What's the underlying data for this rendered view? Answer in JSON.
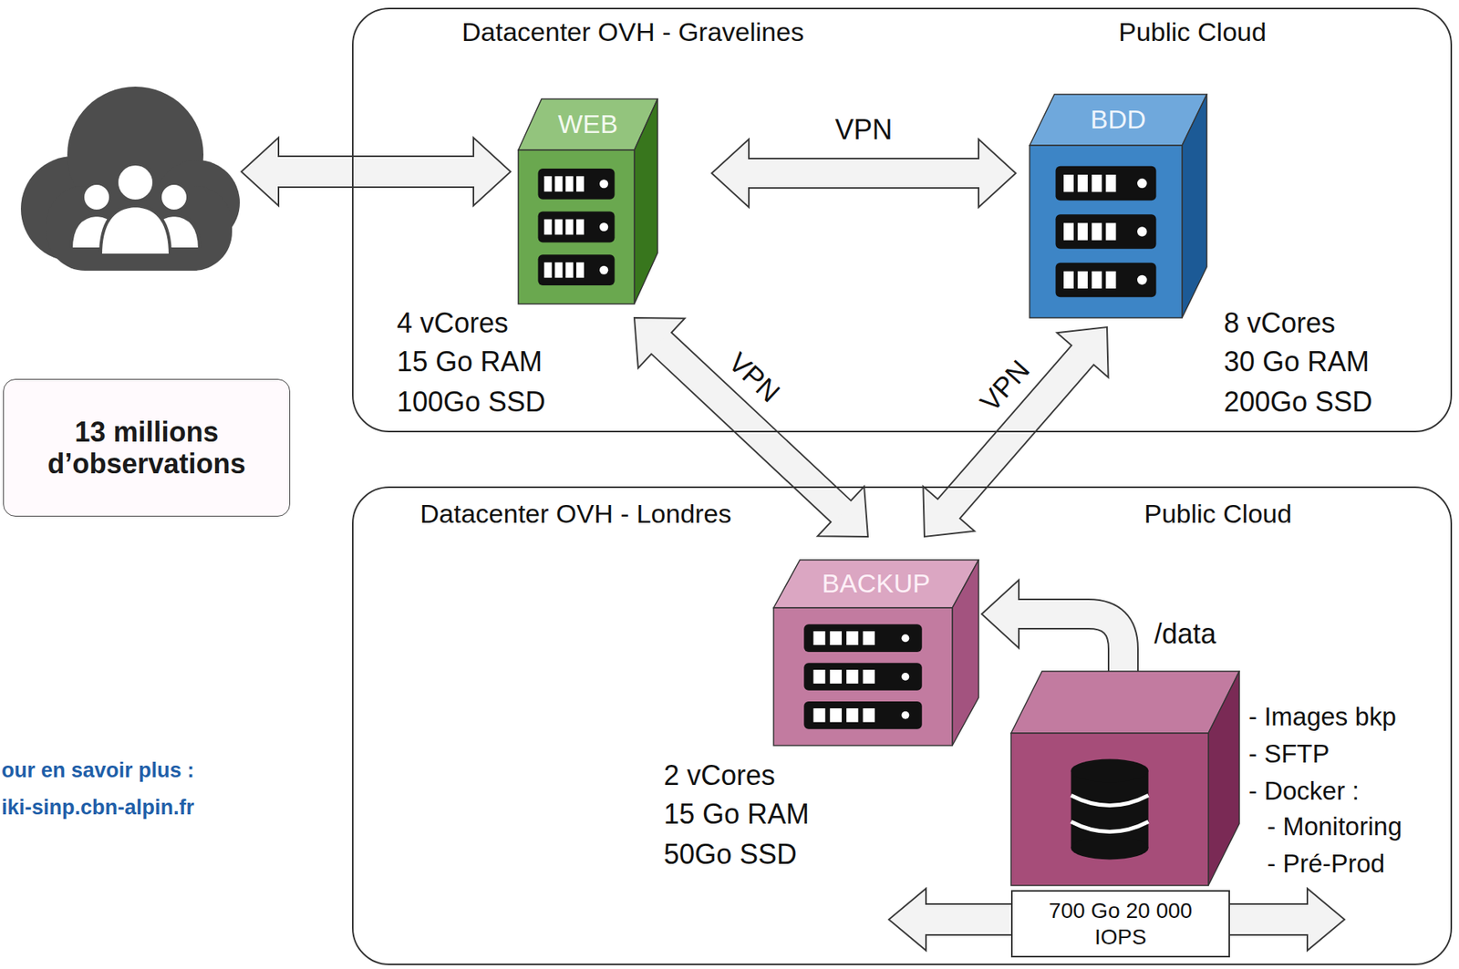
{
  "diagram": {
    "nodes": [
      {
        "text": [
          "Datacenter OVH - Gravelines",
          "Public Cloud"
        ]
      },
      {
        "text": [
          "WEB",
          "4 vCores",
          "15 Go RAM",
          "100Go SSD"
        ],
        "in": 0
      },
      {
        "text": [
          "BDD",
          "8 vCores",
          "30 Go RAM",
          "200Go SSD"
        ],
        "in": 0
      },
      {
        "text": [
          "13 millions d’observations"
        ]
      },
      {
        "text": [
          "Datacenter OVH - Londres",
          "Public Cloud"
        ]
      },
      {
        "text": [
          "BACKUP",
          "2 vCores",
          "15 Go RAM",
          "50Go SSD"
        ],
        "in": 4
      },
      {
        "text": [
          "- Images bkp",
          "- SFTP",
          "- Docker :",
          "- Monitoring",
          "- Pré-Prod"
        ],
        "in": 4
      },
      {
        "text": [
          "700 Go 20 000 IOPS"
        ],
        "in": 4
      }
    ],
    "edges": [
      {
        "from": 1,
        "to": 2,
        "arrow": "both",
        "label": "VPN"
      },
      {
        "from": 1,
        "to": 5,
        "arrow": "both",
        "label": "VPN"
      },
      {
        "from": 2,
        "to": 5,
        "arrow": "both",
        "label": "VPN"
      },
      {
        "from": 6,
        "to": 5,
        "arrow": "to",
        "label": "/data"
      }
    ],
    "labels": [
      "our en savoir plus :",
      "iki-sinp.cbn-alpin.fr"
    ]
  }
}
